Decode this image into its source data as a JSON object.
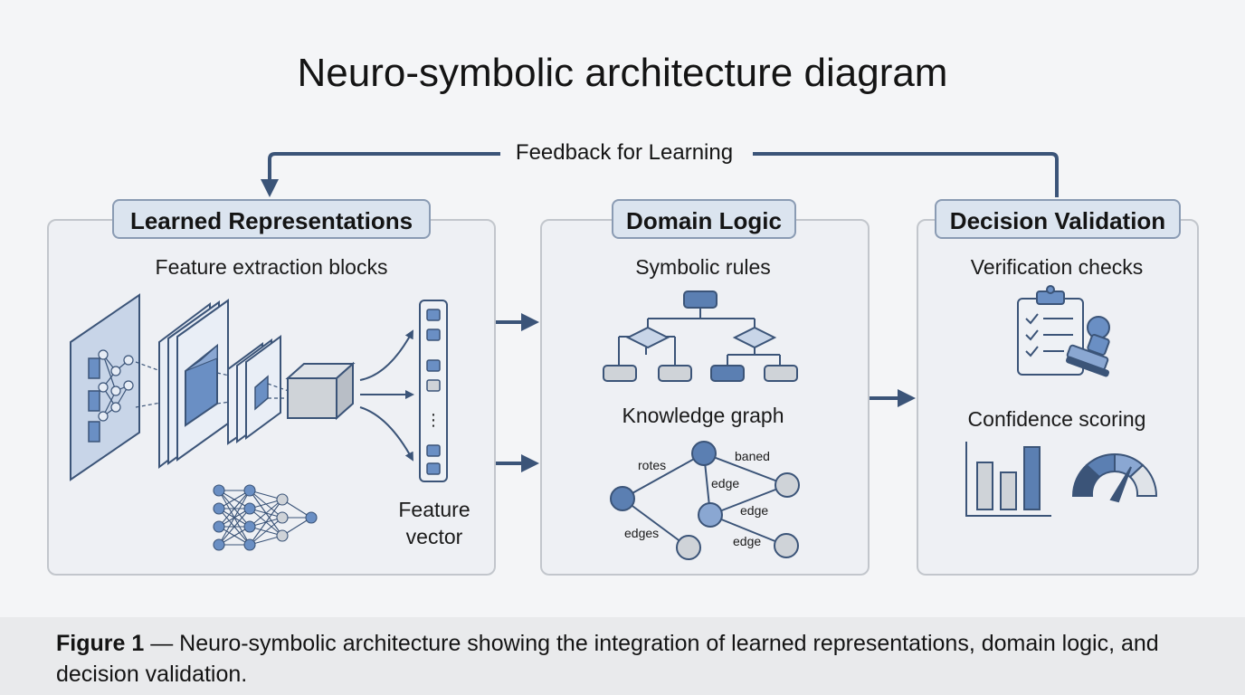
{
  "title": "Neuro-symbolic architecture diagram",
  "feedback_label": "Feedback for Learning",
  "panels": {
    "learned": {
      "title": "Learned Representations",
      "subtitle": "Feature extraction blocks",
      "vector_label_line1": "Feature",
      "vector_label_line2": "vector",
      "vector_dots": "⋮"
    },
    "domain": {
      "title": "Domain Logic",
      "rules_label": "Symbolic rules",
      "graph_label": "Knowledge graph",
      "edge_labels": [
        "rotes",
        "baned",
        "edge",
        "edge",
        "edges",
        "edge"
      ]
    },
    "decision": {
      "title": "Decision Validation",
      "verification_label": "Verification checks",
      "confidence_label": "Confidence scoring"
    }
  },
  "caption": {
    "bold": "Figure 1",
    "text": " — Neuro-symbolic architecture showing the integration of learned representations, domain logic, and decision validation."
  },
  "colors": {
    "arrow": "#3b5478",
    "accent": "#5b7fb2",
    "node_blue": "#6a8fc4",
    "node_gray": "#cfd3d8"
  }
}
